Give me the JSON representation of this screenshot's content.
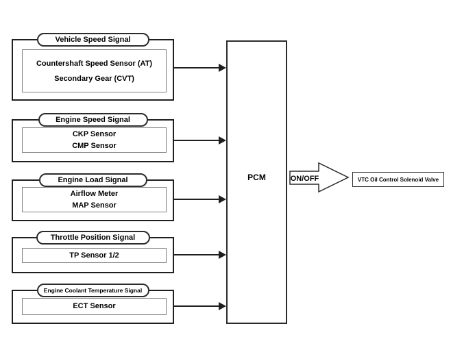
{
  "diagram": {
    "pcm": {
      "label": "PCM"
    },
    "inputs": [
      {
        "signal": "Vehicle Speed Signal",
        "sources": [
          "Countershaft Speed Sensor (AT)",
          "Secondary Gear (CVT)"
        ]
      },
      {
        "signal": "Engine Speed Signal",
        "sources": [
          "CKP Sensor",
          "CMP Sensor"
        ]
      },
      {
        "signal": "Engine Load Signal",
        "sources": [
          "Airflow Meter",
          "MAP Sensor"
        ]
      },
      {
        "signal": "Throttle Position Signal",
        "sources": [
          "TP Sensor 1/2"
        ]
      },
      {
        "signal": "Engine Coolant Temperature Signal",
        "sources": [
          "ECT Sensor"
        ]
      }
    ],
    "output": {
      "label": "ON/OFF",
      "target": "VTC Oil Control Solenoid Valve"
    },
    "colors": {
      "background": "#ffffff",
      "line": "#1f1f1f",
      "inner_border": "#808080",
      "text": "#000000"
    }
  }
}
